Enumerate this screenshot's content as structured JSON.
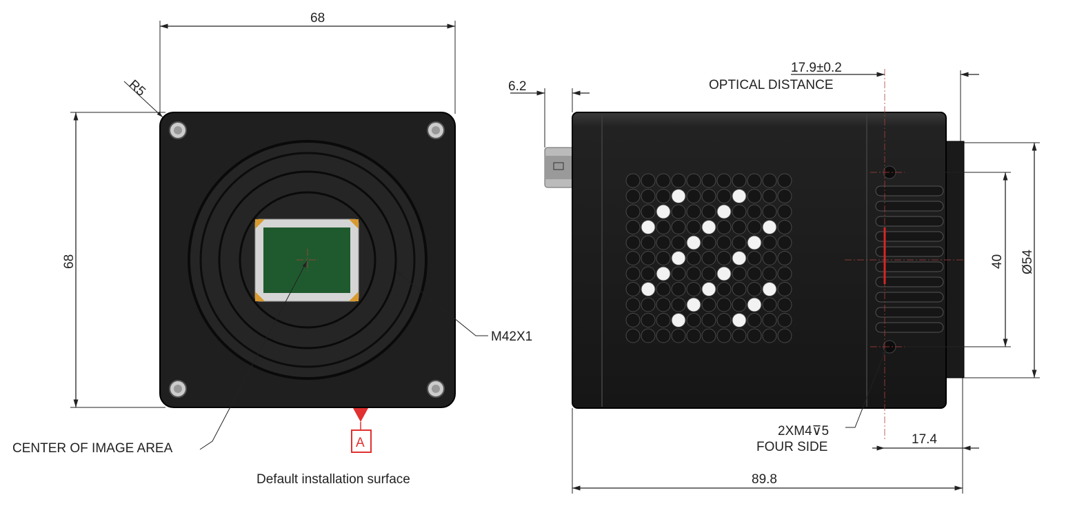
{
  "front_view": {
    "width_dim": "68",
    "height_dim": "68",
    "corner_radius": "R5",
    "mount_label": "M42X1",
    "center_label": "CENTER OF IMAGE AREA",
    "datum_letter": "A",
    "datum_caption": "Default installation surface"
  },
  "side_view": {
    "connector_dim": "6.2",
    "optical_distance_value": "17.9±0.2",
    "optical_distance_label": "OPTICAL DISTANCE",
    "hole_spacing_dim": "40",
    "mount_diameter_dim": "Ø54",
    "screw_spec": "2XM4⊽5",
    "screw_spec_note": "FOUR SIDE",
    "hole_offset_dim": "17.4",
    "length_dim": "89.8"
  },
  "colors": {
    "body": "#1c1c1c",
    "sensor": "#1f5a2e",
    "datum": "#e03030",
    "marker": "#e02020"
  }
}
